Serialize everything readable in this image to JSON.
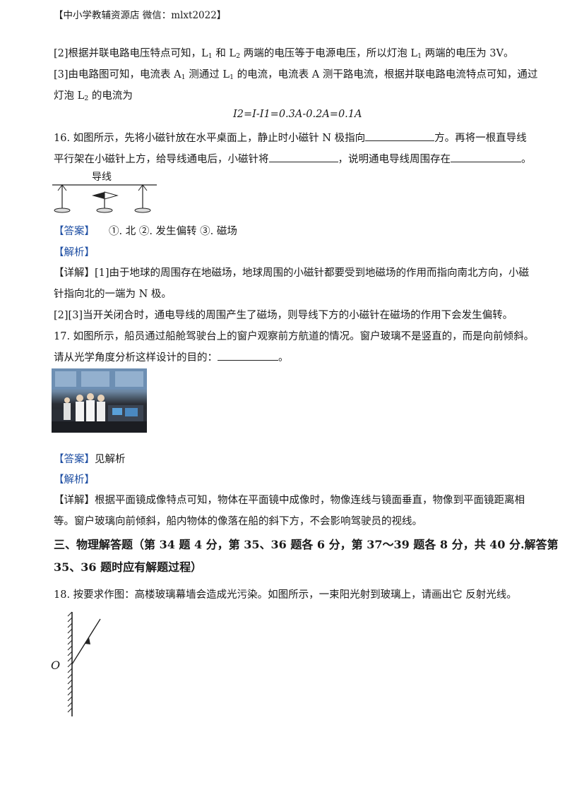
{
  "header": "【中小学教辅资源店  微信：mlxt2022】",
  "lines": {
    "l1": "[2]根据并联电路电压特点可知，L",
    "l1_sub1": "1",
    "l1_mid": " 和 L",
    "l1_sub2": "2",
    "l1_end": " 两端的电压等于电源电压，所以灯泡 L",
    "l1_sub3": "1",
    "l1_tail": " 两端的电压为 3V。",
    "l2": "[3]由电路图可知，电流表 A",
    "l2_sub1": "1",
    "l2_mid": " 测通过 L",
    "l2_sub2": "1",
    "l2_end": " 的电流，电流表 A 测干路电流，根据并联电路电流特点可知，通过",
    "l3": "灯泡 L",
    "l3_sub": "2",
    "l3_end": " 的电流为",
    "formula": "I2=I-I1=0.3A-0.2A=0.1A",
    "q16a": "16. 如图所示，先将小磁针放在水平桌面上，静止时小磁针 N 极指向",
    "q16a_end": "方。再将一根直导线",
    "q16b": "平行架在小磁针上方，给导线通电后，小磁针将",
    "q16b_mid": "，说明通电导线周围存在",
    "q16b_end": "。",
    "fig16_label": "导线",
    "ans16_tag": "【答案】",
    "ans16": "①. 北      ②. 发生偏转      ③. 磁场",
    "jiexi16": "【解析】",
    "detail16a": "【详解】[1]由于地球的周围存在地磁场，地球周围的小磁针都要受到地磁场的作用而指向南北方向，小磁",
    "detail16b": "针指向北的一端为 N 极。",
    "detail16c": "[2][3]当开关闭合时，通电导线的周围产生了磁场，则导线下方的小磁针在磁场的作用下会发生偏转。",
    "q17a": "17. 如图所示，船员通过船舱驾驶台上的窗户观察前方航道的情况。窗户玻璃不是竖直的，而是向前倾斜。",
    "q17b": "请从光学角度分析这样设计的目的：",
    "q17b_end": "。",
    "ans17_tag": "【答案】",
    "ans17": "见解析",
    "jiexi17": "【解析】",
    "detail17a": "【详解】根据平面镜成像特点可知，物体在平面镜中成像时，物像连线与镜面垂直，物像到平面镜距离相",
    "detail17b": "等。窗户玻璃向前倾斜，船内物体的像落在船的斜下方，不会影响驾驶员的视线。",
    "section3a": "三、物理解答题（第 34 题 4 分，第 35、36 题各 6 分，第 37～39 题各 8 分，共 40 分.解答第",
    "section3b": "35、36 题时应有解题过程）",
    "q18": "18. 按要求作图：高楼玻璃幕墙会造成光污染。如图所示，一束阳光射到玻璃上，请画出它    反射光线。",
    "fig18_label": "O"
  }
}
